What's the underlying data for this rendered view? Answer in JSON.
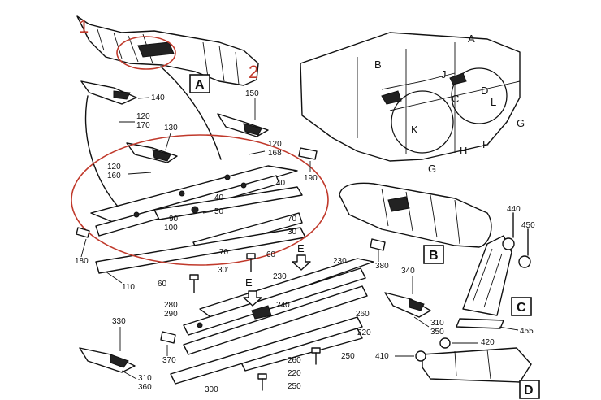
{
  "annotations": {
    "callout_1": "1",
    "callout_2": "2",
    "highlight_color": "#c0392b"
  },
  "views": {
    "a": "A",
    "b": "B",
    "c": "C",
    "d": "D"
  },
  "frame_refs": {
    "a": "A",
    "b": "B",
    "c": "C",
    "d": "D",
    "j": "J",
    "k": "K",
    "l": "L",
    "h": "H",
    "f": "F",
    "g1": "G",
    "g2": "G"
  },
  "direction_refs": {
    "e1": "E",
    "e2": "E"
  },
  "part_numbers": {
    "p140": "140",
    "p120_170a": "120",
    "p120_170b": "170",
    "p150": "150",
    "p130": "130",
    "p120_168a": "120",
    "p120_168b": "168",
    "p190": "190",
    "p120_160a": "120",
    "p120_160b": "160",
    "p40a": "40",
    "p40b": "40",
    "p50": "50",
    "p70a": "70",
    "p70b": "70",
    "p30a": "30",
    "p30b": "30'",
    "p90": "90",
    "p100": "100",
    "p180": "180",
    "p110": "110",
    "p60a": "60",
    "p60b": "60",
    "p380": "380",
    "p230a": "230",
    "p230b": "230",
    "p340": "340",
    "p240": "240",
    "p280": "280",
    "p290": "290",
    "p260a": "260",
    "p260b": "260",
    "p220a": "220",
    "p220b": "220",
    "p250a": "250",
    "p250b": "250",
    "p310a": "310",
    "p350": "350",
    "p330": "330",
    "p310b": "310",
    "p360": "360",
    "p370": "370",
    "p300": "300",
    "p440": "440",
    "p450": "450",
    "p455": "455",
    "p420": "420",
    "p410": "410"
  }
}
